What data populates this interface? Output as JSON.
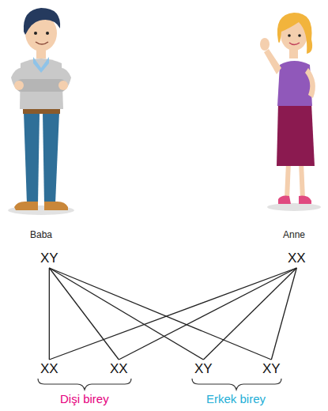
{
  "diagram": {
    "nodes": [
      {
        "text": [
          "XY"
        ]
      },
      {
        "text": [
          "XX"
        ]
      },
      {
        "text": [
          "XX"
        ]
      },
      {
        "text": [
          "XX"
        ]
      },
      {
        "text": [
          "XY"
        ]
      },
      {
        "text": [
          "XY"
        ]
      }
    ],
    "edges": [
      {
        "from": 0,
        "to": 2,
        "arrow": "none"
      },
      {
        "from": 0,
        "to": 3,
        "arrow": "none"
      },
      {
        "from": 0,
        "to": 4,
        "arrow": "none"
      },
      {
        "from": 0,
        "to": 5,
        "arrow": "none"
      },
      {
        "from": 1,
        "to": 2,
        "arrow": "none"
      },
      {
        "from": 1,
        "to": 3,
        "arrow": "none"
      },
      {
        "from": 1,
        "to": 4,
        "arrow": "none"
      },
      {
        "from": 1,
        "to": 5,
        "arrow": "none"
      }
    ],
    "labels": [
      "Baba",
      "Anne",
      "Dişi birey",
      "Erkek birey"
    ]
  }
}
